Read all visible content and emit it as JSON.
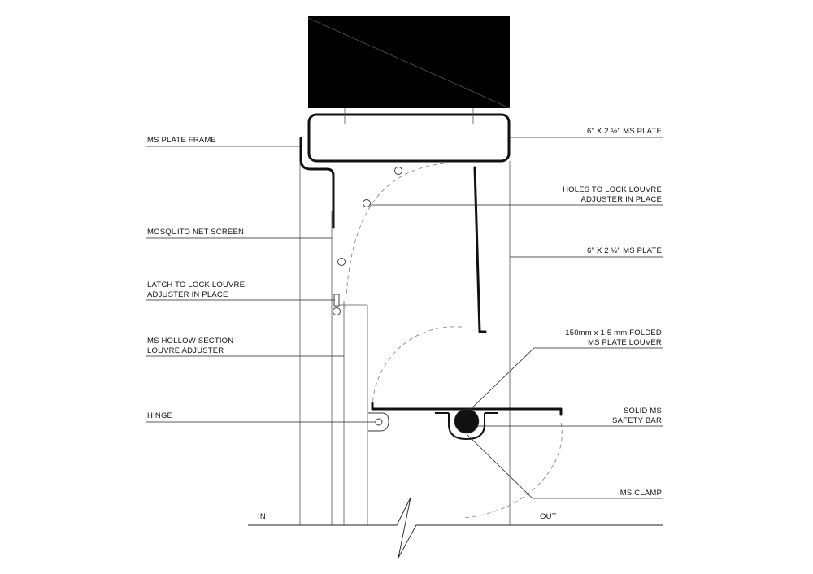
{
  "labels": {
    "ms_plate_frame": "MS PLATE FRAME",
    "mosquito_net_screen": "MOSQUITO NET SCREEN",
    "latch_line1": "LATCH TO LOCK LOUVRE",
    "latch_line2": "ADJUSTER IN PLACE",
    "hollow_line1": "MS HOLLOW SECTION",
    "hollow_line2": "LOUVRE ADJUSTER",
    "hinge": "HINGE",
    "ms_plate_top": "6\" X 2 ½\" MS PLATE",
    "holes_line1": "HOLES TO LOCK LOUVRE",
    "holes_line2": "ADJUSTER IN PLACE",
    "ms_plate_side": "6\" X 2 ½\" MS PLATE",
    "louver_line1": "150mm x 1,5 mm FOLDED",
    "louver_line2": "MS PLATE LOUVER",
    "safety_line1": "SOLID MS",
    "safety_line2": "SAFETY BAR",
    "ms_clamp": "MS CLAMP",
    "in": "IN",
    "out": "OUT"
  }
}
